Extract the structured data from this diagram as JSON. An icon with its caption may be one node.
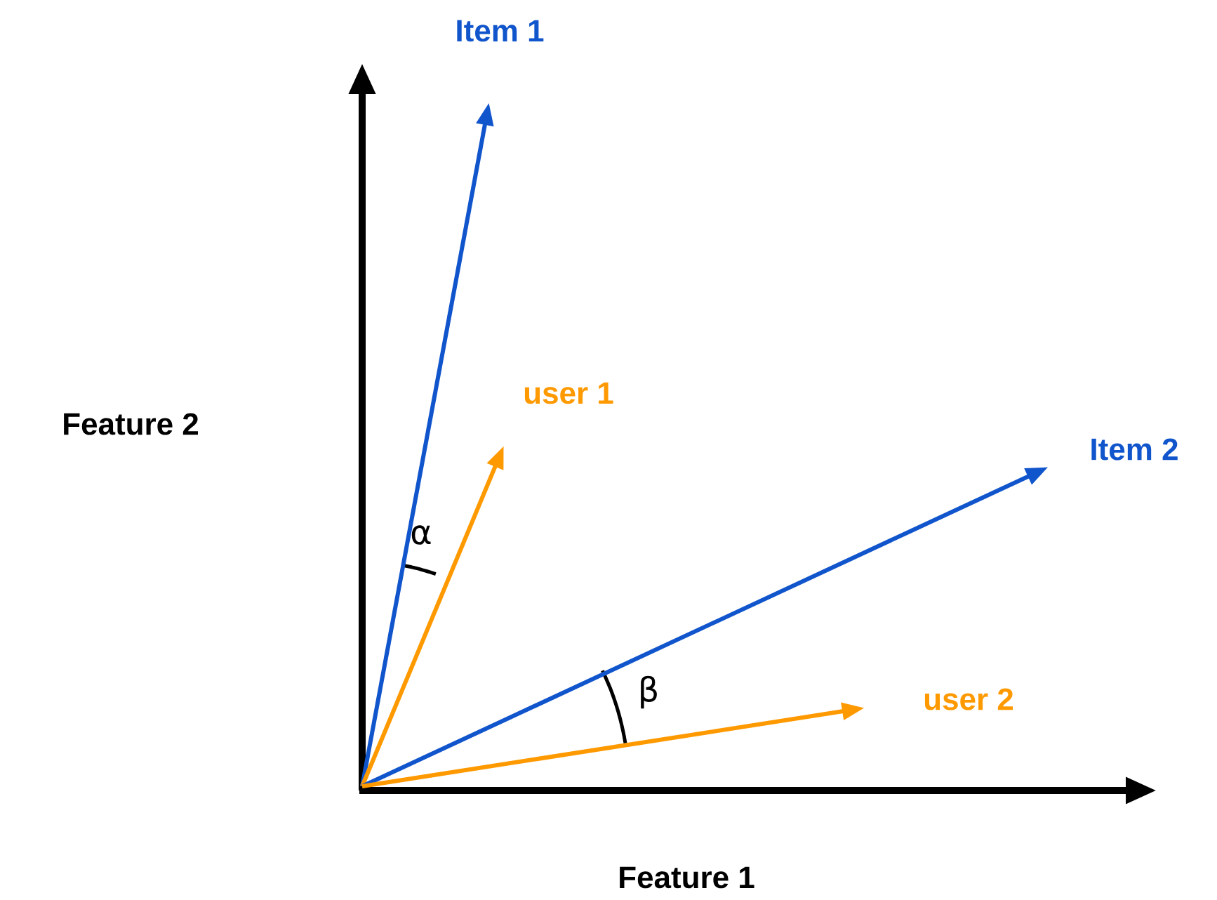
{
  "diagram": {
    "nodes": [
      {
        "text": [
          "Item 1"
        ]
      },
      {
        "text": [
          "user 1"
        ]
      },
      {
        "text": [
          "Item 2"
        ]
      },
      {
        "text": [
          "user 2"
        ]
      }
    ],
    "edges": [
      {
        "from": null,
        "to": 0,
        "arrow": "to",
        "color": "#1155cc"
      },
      {
        "from": null,
        "to": 1,
        "arrow": "to",
        "color": "#ff9900"
      },
      {
        "from": null,
        "to": 2,
        "arrow": "to",
        "color": "#1155cc"
      },
      {
        "from": null,
        "to": 3,
        "arrow": "to",
        "color": "#ff9900"
      }
    ],
    "labels": [
      "Feature 2",
      "α",
      "β",
      "Feature 1"
    ]
  }
}
